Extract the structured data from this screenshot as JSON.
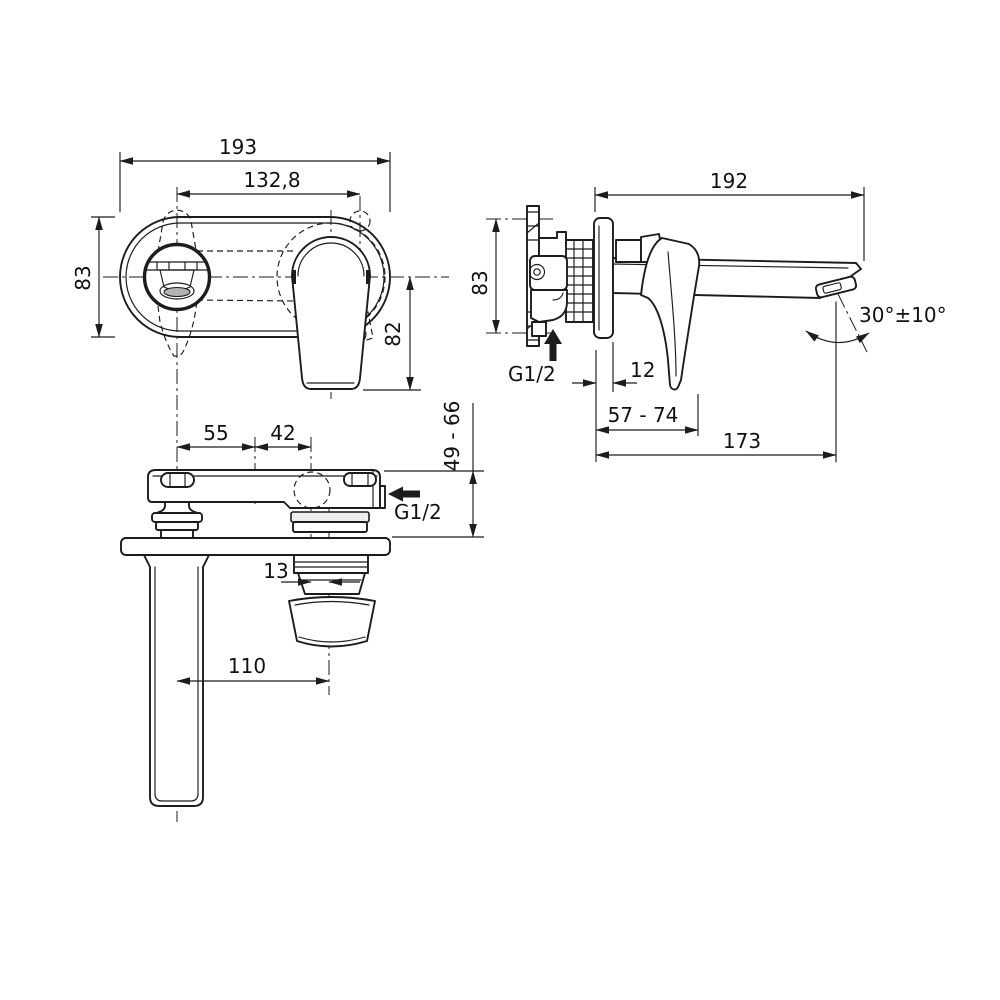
{
  "drawing": {
    "units": "mm",
    "views": {
      "front": {
        "dims": {
          "overall_width": "193",
          "centres": "132,8",
          "plate_height": "83",
          "handle_height": "82"
        }
      },
      "side": {
        "dims": {
          "spout_projection": "192",
          "plate_height": "83",
          "inlet_thread": "G1/2",
          "plate_depth": "12",
          "concealed_depth": "57 - 74",
          "outlet_reach": "173",
          "spray_angle": "30°±10°"
        }
      },
      "top": {
        "dims": {
          "spout_to_body": "55",
          "body_to_handle": "42",
          "wall_adjustment": "49 - 66",
          "outlet_thread": "G1/2",
          "outlet_offset": "13",
          "spout_to_outlet": "110"
        }
      }
    }
  }
}
